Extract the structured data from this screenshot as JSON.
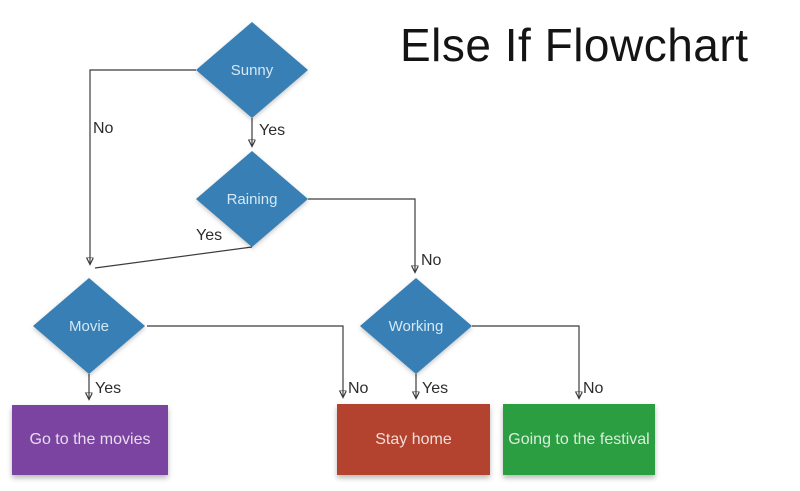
{
  "title": "Else If Flowchart",
  "colors": {
    "decision_fill": "#377fb4",
    "movies_fill": "#7a44a0",
    "stay_home_fill": "#b3432e",
    "festival_fill": "#2b9e41",
    "connector": "#3c3c3c"
  },
  "nodes": {
    "sunny": {
      "label": "Sunny",
      "type": "decision"
    },
    "raining": {
      "label": "Raining",
      "type": "decision"
    },
    "movie": {
      "label": "Movie",
      "type": "decision"
    },
    "working": {
      "label": "Working",
      "type": "decision"
    },
    "go_to_the_movies": {
      "label": "Go to the movies",
      "type": "result"
    },
    "stay_home": {
      "label": "Stay home",
      "type": "result"
    },
    "going_to_the_festival": {
      "label": "Going to the festival",
      "type": "result"
    }
  },
  "edges": {
    "sunny_yes": {
      "label": "Yes",
      "from": "Sunny",
      "to": "Raining"
    },
    "sunny_no": {
      "label": "No",
      "from": "Sunny",
      "to": "Movie"
    },
    "raining_yes": {
      "label": "Yes",
      "from": "Raining",
      "to": "Movie"
    },
    "raining_no": {
      "label": "No",
      "from": "Raining",
      "to": "Working"
    },
    "movie_yes": {
      "label": "Yes",
      "from": "Movie",
      "to": "Go to the movies"
    },
    "movie_no": {
      "label": "No",
      "from": "Movie",
      "to": "Stay home"
    },
    "working_yes": {
      "label": "Yes",
      "from": "Working",
      "to": "Stay home"
    },
    "working_no": {
      "label": "No",
      "from": "Working",
      "to": "Going to the festival"
    }
  }
}
